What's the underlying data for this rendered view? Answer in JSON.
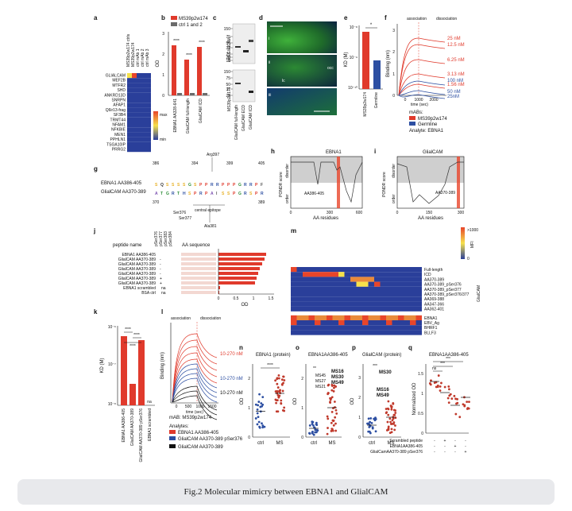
{
  "caption": "Fig.2 Molecular mimicry between EBNA1 and GlialCAM",
  "panels": {
    "a": {
      "label": "a",
      "col_labels": [
        "MS39p2w174 ctrls",
        "MS39p2w174",
        "ctrl mAb 1",
        "ctrl mAb 2",
        "ctrl mAb 3"
      ],
      "row_labels": [
        "GLIALCAM",
        "MEF2B",
        "MTFR2",
        "SHD",
        "ANKRD13D",
        "SNRPN",
        "AFAP1",
        "Q6ir13-frag",
        "SF3B4",
        "TRMT44",
        "NFAM1",
        "NFKBIE",
        "MEN1",
        "PPHLN1",
        "TSGA10IP",
        "PRRG2"
      ],
      "legend_max": "max",
      "legend_min": "min"
    },
    "b": {
      "label": "b",
      "legend": [
        "MS39p2w174",
        "ctrl 1 and 2"
      ],
      "ylabel": "OD",
      "yticks": [
        "0",
        "1",
        "2",
        "3"
      ],
      "sig": "****",
      "categories": [
        "EBNA1 AA328-641",
        "GlialCAM full-length",
        "GlialCAM ICD"
      ]
    },
    "c": {
      "label": "c",
      "mw": [
        "150",
        "75",
        "50",
        "37",
        "25",
        "20",
        "15",
        "150",
        "75",
        "50",
        "37",
        "25"
      ],
      "blot1": "anti-GlialCAM",
      "blot2": "MS39p2w174",
      "lanes": [
        "GlialCAM full-length",
        "GlialCAM ECD",
        "GlialCAM ICD"
      ]
    },
    "d": {
      "label": "d",
      "sub": [
        "i",
        "ii",
        "iii"
      ],
      "occ": "occ",
      "lc": "lc"
    },
    "e": {
      "label": "e",
      "ylabel": "KD (M)",
      "yticks": [
        "10⁻⁸",
        "10⁻⁹",
        "10⁻¹⁰"
      ],
      "sig": "*",
      "categories": [
        "MS39p2w174",
        "Germline"
      ]
    },
    "f": {
      "label": "f",
      "phases": [
        "association",
        "dissociation"
      ],
      "ylabel": "Binding (nm)",
      "xlabel": "time (sec)",
      "xticks": [
        "0",
        "1000",
        "2000"
      ],
      "yticks": [
        "0",
        "1",
        "2",
        "3"
      ],
      "red_concs": [
        "25 nM",
        "12.5 nM",
        "6.25 nM",
        "3.13 nM",
        "1.56 nM"
      ],
      "blue_concs": [
        "100 nM",
        "50 nM",
        "25nM"
      ],
      "mabs_title": "mABs:",
      "mabs": [
        "MS39p2w174",
        "Germline"
      ],
      "analyte": "Analyte: EBNA1"
    },
    "g": {
      "label": "g",
      "top_nums": [
        "386",
        "394",
        "399",
        "405"
      ],
      "arg": "Arg397",
      "row1": "EBNA1 AA386-405",
      "seq1": "SQSSSSGSPPRRPPPGRRPF",
      "row2": "GlialCAM AA370-389",
      "seq2": "ATGRTHSPRPAISSPGRSPR",
      "bottom_num": "370",
      "bottom_num2": "389",
      "ser376": "Ser376",
      "ser377": "Ser377",
      "central": "central epitope",
      "ala381": "Ala381"
    },
    "h": {
      "label": "h",
      "title": "EBNA1",
      "ylabel": "PONDR score",
      "disorder": "disorder",
      "order": "order",
      "range": "AA386-405",
      "xticks": [
        "0",
        "300",
        "600"
      ],
      "xlabel": "AA residues"
    },
    "i": {
      "label": "i",
      "title": "GlialCAM",
      "ylabel": "PONDR score",
      "disorder": "disorder",
      "order": "order",
      "range": "AA370-389",
      "xticks": [
        "0",
        "150",
        "300"
      ],
      "xlabel": "AA residues"
    },
    "j": {
      "label": "j",
      "col_headers": [
        "peptide name",
        "pSer376",
        "pSer377",
        "pSer383",
        "pSer384",
        "AA sequence"
      ],
      "rows": [
        "EBNA1 AA386-405",
        "GlialCAM AA370-389",
        "GlialCAM AA370-389",
        "GlialCAM AA370-389",
        "GlialCAM AA370-389",
        "GlialCAM AA370-389",
        "GlialCAM AA370-389",
        "EBNA1 scrambled",
        "BSA ctrl"
      ],
      "na": "na",
      "xlabel": "OD",
      "xticks": [
        "0",
        "0.5",
        "1",
        "1.5"
      ]
    },
    "k": {
      "label": "k",
      "ylabel": "KD (M)",
      "yticks": [
        "10⁻⁶",
        "10⁻⁷",
        "10⁻⁸"
      ],
      "sig": "****",
      "na": "na",
      "categories": [
        "EBNA1 AA386-405",
        "GlialCAM AA370-389",
        "GlialCAM AA370-389 pSer376",
        "EBNA1 scrambled"
      ]
    },
    "l": {
      "label": "l",
      "phases": [
        "association",
        "dissociation"
      ],
      "ylabel": "Binding (nm)",
      "xlabel": "time (sec)",
      "xticks": [
        "0",
        "500",
        "1000",
        "1500"
      ],
      "concs": [
        "10-270 nM",
        "10-270 nM",
        "10-270 nM"
      ],
      "mab": "mAB: MS39p2w174",
      "analytes_title": "Analytes:",
      "analytes": [
        "EBNA1 AA386-405",
        "GlialCAM AA370-389 pSer376",
        "GlialCAM AA370-389"
      ]
    },
    "m": {
      "label": "m",
      "legend_max": ">1000",
      "legend_mid": "0",
      "legend_unit": "MFI",
      "row_labels": [
        "Full-length",
        "ICD",
        "AA370-389",
        "AA370-389_pSer376",
        "AA370-389_pSer377",
        "AA370-389_pSer376/377",
        "AA369-388",
        "AA347-366",
        "AA362-401"
      ],
      "group": "GlialCAM",
      "bottom_rows": [
        "EBNA1",
        "EBV_Ag",
        "BHRF1",
        "BLLF3"
      ]
    },
    "n": {
      "label": "n",
      "title": "EBNA1 (protein)",
      "ylabel": "OD",
      "sig": "****",
      "categories": [
        "ctrl",
        "MS"
      ],
      "yticks": [
        "0",
        "1",
        "2"
      ]
    },
    "o": {
      "label": "o",
      "title": "EBNA1AA386-405",
      "ylabel": "OD",
      "sig": "**",
      "categories": [
        "ctrl",
        "MS"
      ],
      "annotations": [
        "MS16",
        "MS30",
        "MS49",
        "MS45",
        "MS27",
        "MS21"
      ],
      "yticks": [
        "0",
        "1",
        "2"
      ]
    },
    "p": {
      "label": "p",
      "title": "GlialCAM (protein)",
      "ylabel": "OD",
      "sig": "***",
      "categories": [
        "ctrl",
        "MS"
      ],
      "annotations": [
        "MS30",
        "MS16",
        "MS49"
      ],
      "yticks": [
        "0",
        "1",
        "2",
        "3"
      ]
    },
    "q": {
      "label": "q",
      "title": "EBNA1AA386-405",
      "ylabel": "Normalized OD",
      "sigs": [
        "ns",
        "***",
        "***"
      ],
      "row_labels": [
        "Scrambled peptide",
        "EBNA1AA386-405",
        "GlialCamAA370-389 pSer376"
      ],
      "signs": [
        "-",
        "+",
        "-",
        "-",
        "-",
        "-",
        "+",
        "-",
        "-",
        "-",
        "-",
        "+"
      ],
      "yticks": [
        "0",
        "0.5",
        "1",
        "1.5"
      ]
    }
  },
  "colors": {
    "red": "#e03a2c",
    "blue": "#2d4fa2",
    "heat_blue": "#2a3f9a",
    "heat_red": "#e8452a",
    "heat_yellow": "#f6e14b",
    "grey_band": "#cfcfcf"
  }
}
